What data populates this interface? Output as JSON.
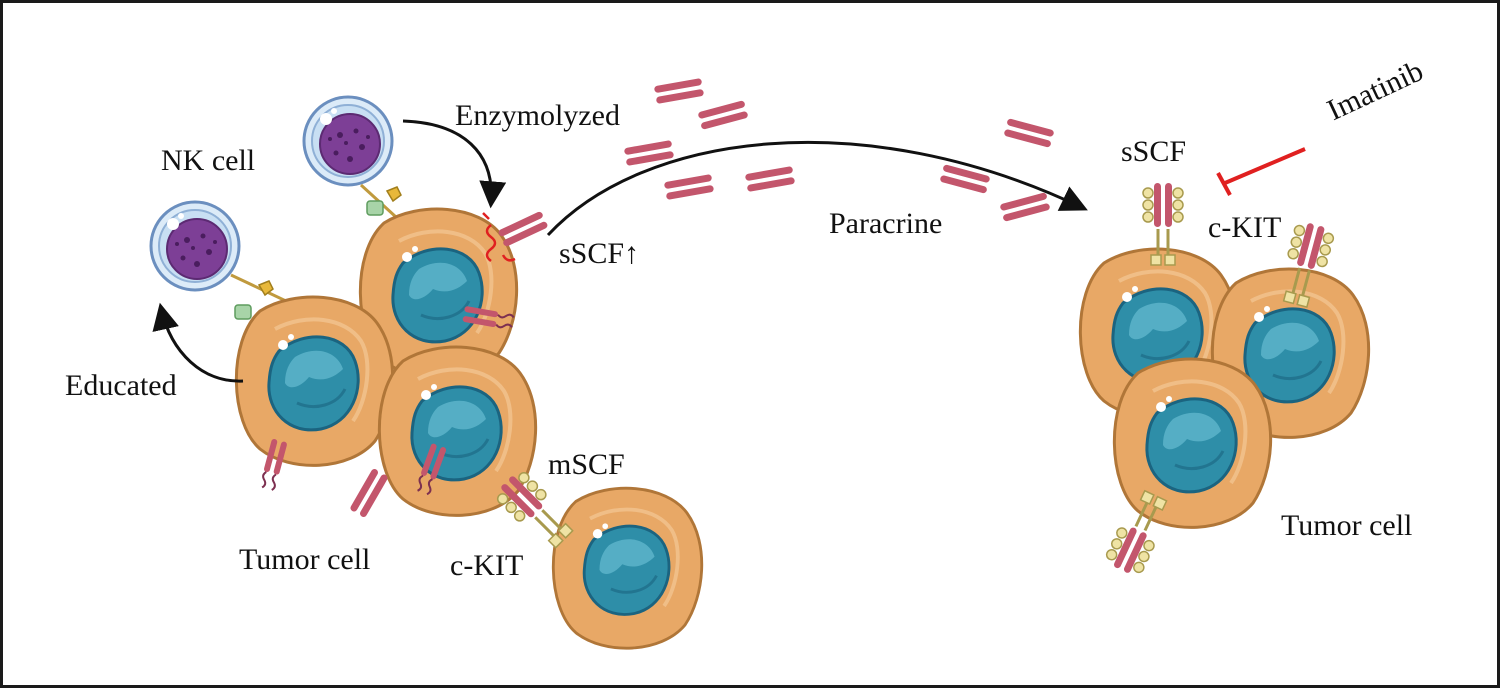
{
  "labels": {
    "nk_cell": "NK cell",
    "enzymolyzed": "Enzymolyzed",
    "educated": "Educated",
    "sscf_up": "sSCF↑",
    "paracrine": "Paracrine",
    "mscf": "mSCF",
    "ckit_left": "c-KIT",
    "tumor_cell_left": "Tumor cell",
    "sscf_right": "sSCF",
    "ckit_right": "c-KIT",
    "imatinib": "Imatinib",
    "tumor_cell_right": "Tumor cell"
  },
  "colors": {
    "cytoplasm": "#e8a866",
    "cytoplasm_edge": "#b07638",
    "nucleus": "#2e8ea8",
    "nucleus_dark": "#1b6480",
    "nk_cytoplasm": "#dcebf8",
    "nk_edge": "#6b8fbf",
    "nk_nucleus": "#7d3f96",
    "ligand": "#c3566c",
    "ligand_light": "#e6a6b2",
    "receptor": "#efe3a4",
    "receptor_edge": "#a89a4e",
    "inhibitor": "#e02020",
    "arrow": "#111111"
  }
}
